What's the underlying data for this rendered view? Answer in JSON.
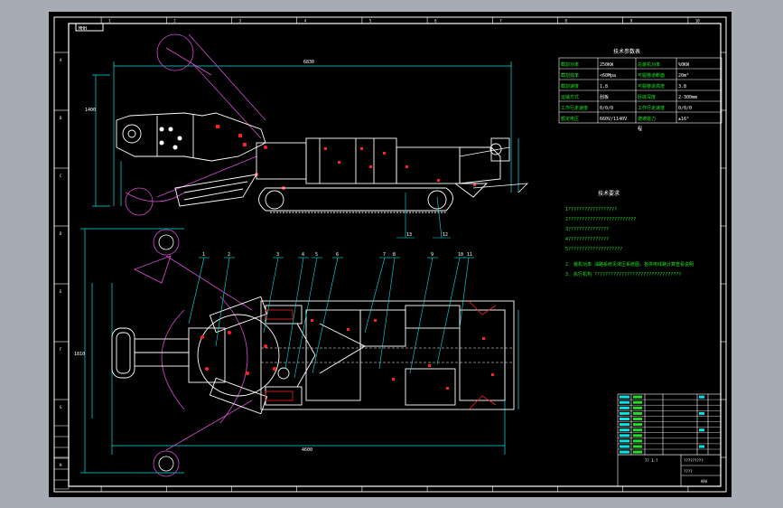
{
  "drawing": {
    "header_box_label": "MHH",
    "tech_params_title": "技术参数表",
    "tech_params": [
      [
        "截割功率",
        "250KW",
        "总装机功率",
        "%0KW"
      ],
      [
        "截割效率",
        "<60Mpa",
        "可掘巷道断面",
        "20m²"
      ],
      [
        "截割速度",
        "1.8",
        "可掘巷道高度",
        "3.8"
      ],
      [
        "运输方式",
        "刮板",
        "卧底深度",
        "2-300mm"
      ],
      [
        "工作行走速度",
        "0/0/0",
        "工作行走速度",
        "0/0/0"
      ],
      [
        "额定电压",
        "660V/1140V",
        "爬坡能力",
        "±16°"
      ]
    ],
    "tech_params_note": "程",
    "tech_req_title": "技术要求",
    "tech_req_lines": [
      "1??????????????????",
      "2?????????????????????????",
      "3???????????????",
      "4???????????????",
      "5????????????????????",
      "2. 装机功率 油路系统见液压系统图，各供电线路计算查看说明",
      "3. 执行机构 ????????????????????????????????"
    ],
    "title_block_code_1": "?????????",
    "title_block_code_2": "????",
    "title_block_mark_small": "7? 1:?",
    "title_block_scale": "AAA",
    "balloon_numbers": [
      "1",
      "2",
      "3",
      "4",
      "5",
      "6",
      "7",
      "8",
      "9",
      "10",
      "11",
      "12",
      "13"
    ],
    "dims": [
      "6830",
      "1400",
      "4600",
      "????",
      "1810"
    ],
    "border_letters_left": [
      "A",
      "B",
      "C",
      "D",
      "E",
      "F",
      "G",
      "H"
    ],
    "border_numbers_top": [
      "1",
      "2",
      "3",
      "4",
      "5",
      "6",
      "7",
      "8",
      "9",
      "10"
    ],
    "colors": {
      "sheet": "#000000",
      "frame": "#ffffff",
      "cyan": "#00e5e5",
      "magenta": "#d64bd6",
      "red": "#ff2020",
      "yellow": "#f0e030",
      "green": "#20e020",
      "white": "#ffffff"
    }
  }
}
